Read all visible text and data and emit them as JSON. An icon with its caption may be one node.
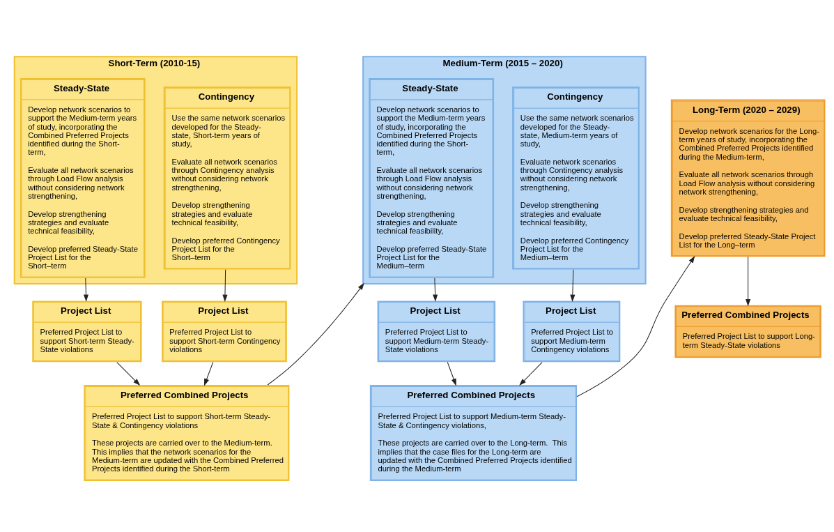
{
  "diagram": {
    "nodes": [
      {
        "text": [
          "Short-Term (2010-15)"
        ]
      },
      {
        "text": [
          "Steady-State",
          "Develop network scenarios to support the Medium-term years of study, incorporating the Combined Preferred Projects identified during the Short-term,",
          "Evaluate all network scenarios through Load Flow analysis without considering network strengthening,",
          "Develop strengthening strategies and evaluate technical feasibility,",
          "Develop preferred Steady-State Project List for the Short–term"
        ],
        "in": 0
      },
      {
        "text": [
          "Contingency",
          "Use the same network scenarios developed for the Steady-state, Short-term years of study,",
          "Evaluate all network scenarios through Contingency analysis without considering network strengthening,",
          "Develop strengthening strategies and evaluate technical feasibility,",
          "Develop preferred Contingency Project List for the Short–term"
        ],
        "in": 0
      },
      {
        "text": [
          "Project List",
          "Preferred Project List to support Short-term Steady-State violations"
        ]
      },
      {
        "text": [
          "Project List",
          "Preferred Project List to support Short-term Contingency violations"
        ]
      },
      {
        "text": [
          "Preferred Combined Projects",
          "Preferred Project List to support Short-term Steady-State & Contingency violations",
          "These projects are carried over to the Medium-term. This implies that the network scenarios for the Medium-term are updated with the Combined Preferred Projects identified during the Short-term"
        ]
      },
      {
        "text": [
          "Medium-Term (2015 – 2020)"
        ]
      },
      {
        "text": [
          "Steady-State",
          "Develop network scenarios to support the Medium-term years of study, incorporating the Combined Preferred Projects identified during the Short-term,",
          "Evaluate all network scenarios through Load Flow analysis without considering network strengthening,",
          "Develop strengthening strategies and evaluate technical feasibility,",
          "Develop preferred Steady-State Project List for the Medium–term"
        ],
        "in": 6
      },
      {
        "text": [
          "Contingency",
          "Use the same network scenarios developed for the Steady-state, Medium-term years of study,",
          "Evaluate network scenarios through Contingency analysis without considering network strengthening,",
          "Develop strengthening strategies and evaluate technical feasibility,",
          "Develop preferred Contingency Project List for the Medium–term"
        ],
        "in": 6
      },
      {
        "text": [
          "Project List",
          "Preferred Project List to support Medium-term Steady-State violations"
        ]
      },
      {
        "text": [
          "Project List",
          "Preferred Project List to support Medium-term Contingency violations"
        ]
      },
      {
        "text": [
          "Preferred Combined Projects",
          "Preferred Project List to support Medium-term Steady-State & Contingency violations,",
          "These projects are carried over to the Long-term.  This implies that the case files for the Long-term are updated with the Combined Preferred Projects identified during the Medium-term"
        ]
      },
      {
        "text": [
          "Long-Term (2020 – 2029)",
          "Develop network scenarios for the Long-term years of study, incorporating the Combined Preferred Projects identified during the Medium-term,",
          "Evaluate all network scenarios through Load Flow analysis without considering network strengthening,",
          "Develop strengthening strategies and evaluate technical feasibility,",
          "Develop preferred Steady-State Project List for the Long–term"
        ]
      },
      {
        "text": [
          "Preferred Combined Projects",
          "Preferred Project List to support Long-term Steady-State violations"
        ]
      }
    ],
    "edges": [
      {
        "from": 1,
        "to": 3,
        "arrow": "to"
      },
      {
        "from": 2,
        "to": 4,
        "arrow": "to"
      },
      {
        "from": 3,
        "to": 5,
        "arrow": "to"
      },
      {
        "from": 4,
        "to": 5,
        "arrow": "to"
      },
      {
        "from": 5,
        "to": 6,
        "arrow": "to"
      },
      {
        "from": 7,
        "to": 9,
        "arrow": "to"
      },
      {
        "from": 8,
        "to": 10,
        "arrow": "to"
      },
      {
        "from": 9,
        "to": 11,
        "arrow": "to"
      },
      {
        "from": 10,
        "to": 11,
        "arrow": "to"
      },
      {
        "from": 11,
        "to": 12,
        "arrow": "to"
      },
      {
        "from": 12,
        "to": 13,
        "arrow": "to"
      }
    ]
  }
}
